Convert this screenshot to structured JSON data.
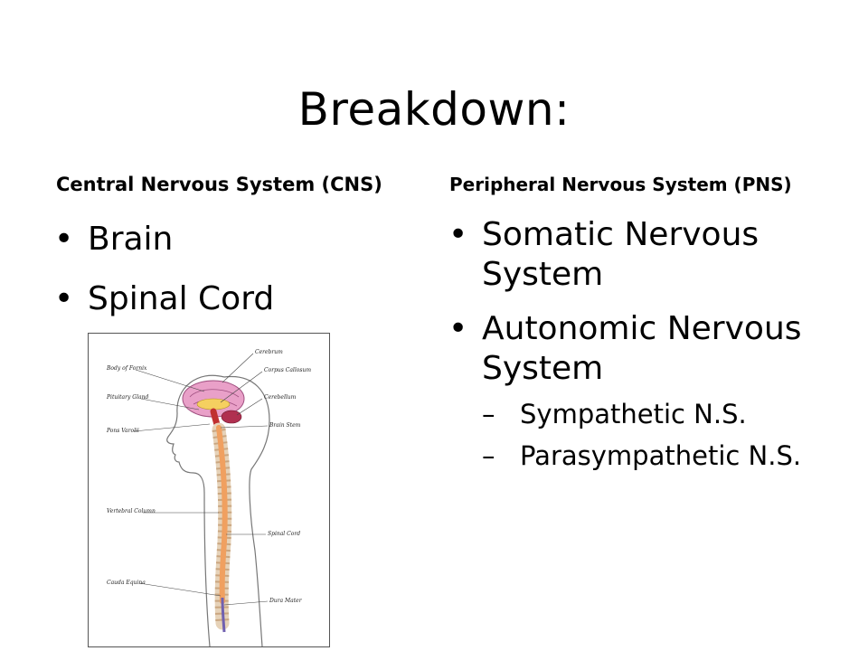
{
  "slide": {
    "title": "Breakdown:"
  },
  "left": {
    "heading": "Central Nervous System (CNS)",
    "items": [
      "Brain",
      "Spinal Cord"
    ]
  },
  "right": {
    "heading": "Peripheral Nervous System (PNS)",
    "items": [
      {
        "label": "Somatic Nervous System",
        "subitems": []
      },
      {
        "label": "Autonomic Nervous System",
        "subitems": [
          "Sympathetic N.S.",
          "Parasympathetic N.S."
        ]
      }
    ]
  },
  "figure": {
    "labels": {
      "body_of_fornix": "Body of Fornix",
      "pituitary_gland": "Pituitary Gland",
      "pons_varolii": "Pons Varolii",
      "vertebral_column": "Vertebral Column",
      "cauda_equina": "Cauda Equina",
      "cerebrum": "Cerebrum",
      "corpus_callosum": "Corpus Callosum",
      "cerebellum": "Cerebellum",
      "brain_stem": "Brain Stem",
      "spinal_cord": "Spinal Cord",
      "dura_mater": "Dura Mater"
    },
    "colors": {
      "brain": "#e9a0c8",
      "cord": "#f0a060",
      "stem": "#c03030"
    }
  }
}
